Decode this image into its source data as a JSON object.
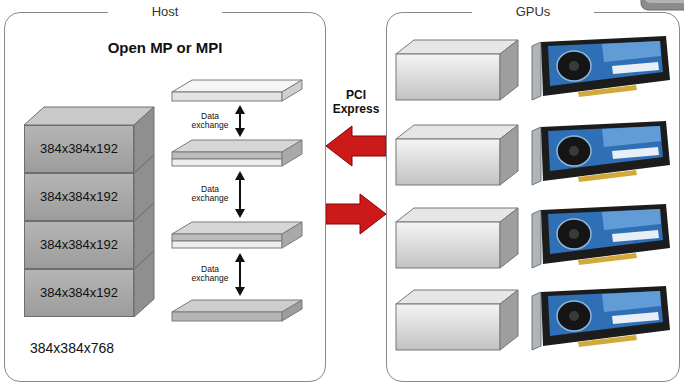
{
  "diagram": {
    "nodes": [
      {
        "text": [
          "Host",
          "Open MP or MPI"
        ]
      },
      {
        "text": [
          "384x384x192"
        ],
        "in": 0
      },
      {
        "text": [
          "384x384x192"
        ],
        "in": 0
      },
      {
        "text": [
          "384x384x192"
        ],
        "in": 0
      },
      {
        "text": [
          "384x384x192"
        ],
        "in": 0
      },
      {
        "text": [
          "GPUs"
        ]
      }
    ],
    "edges": [
      {
        "from": 5,
        "to": 0,
        "arrow": "to"
      },
      {
        "from": 0,
        "to": 5,
        "arrow": "to"
      }
    ],
    "labels": [
      "PCI Express",
      "Data exchange",
      "Data exchange",
      "Data exchange",
      "384x384x768"
    ]
  }
}
